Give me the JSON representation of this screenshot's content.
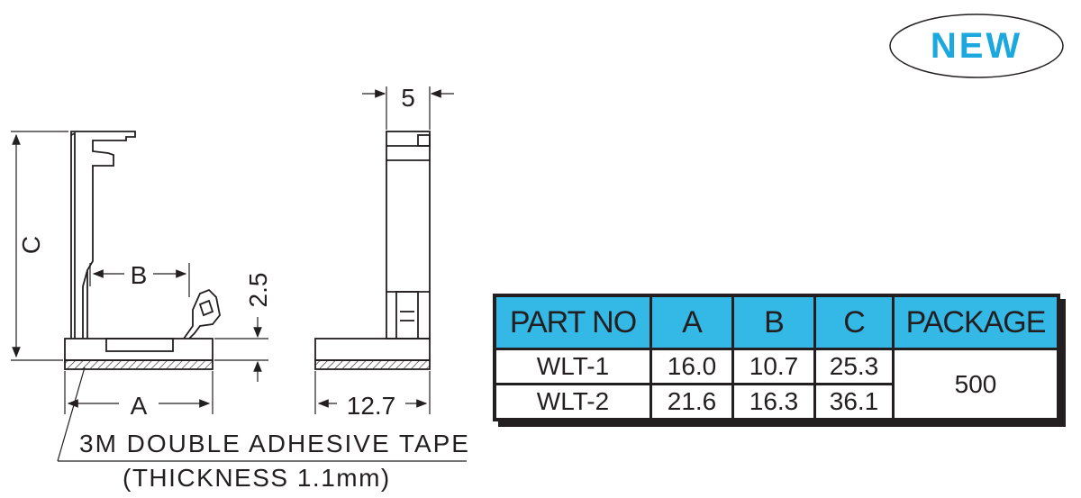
{
  "badge": {
    "label": "NEW"
  },
  "dimensions": {
    "c": "C",
    "b": "B",
    "tab_height": "2.5",
    "a": "A",
    "width": "5",
    "depth": "12.7"
  },
  "tape_note": {
    "line1": "3M DOUBLE ADHESIVE TAPE",
    "line2": "(THICKNESS 1.1mm)"
  },
  "table": {
    "headers": [
      "PART NO",
      "A",
      "B",
      "C",
      "PACKAGE"
    ],
    "rows": [
      {
        "part": "WLT-1",
        "a": "16.0",
        "b": "10.7",
        "c": "25.3"
      },
      {
        "part": "WLT-2",
        "a": "21.6",
        "b": "16.3",
        "c": "36.1"
      }
    ],
    "package": "500"
  },
  "colors": {
    "ink": "#231f20",
    "header_fill": "#34b8e6",
    "badge_text": "#1ba8de"
  }
}
